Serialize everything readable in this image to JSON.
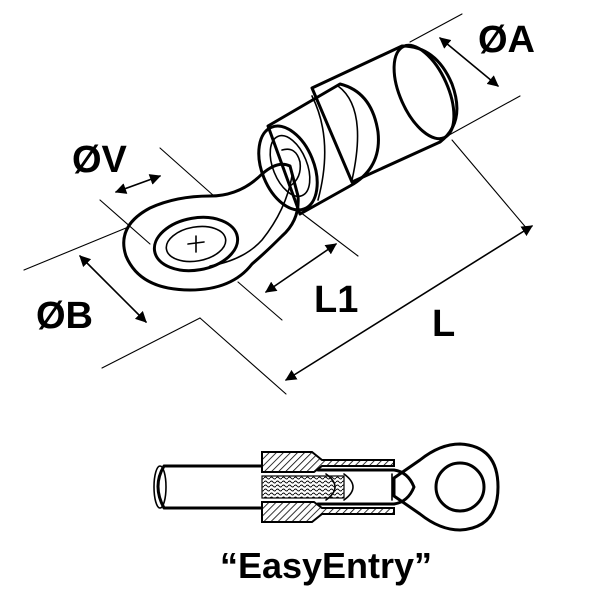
{
  "dimensions": {
    "diameter_a": "ØA",
    "diameter_v": "ØV",
    "diameter_b": "ØB",
    "length_l1": "L1",
    "length_l": "L"
  },
  "caption": "“EasyEntry”",
  "colors": {
    "ink": "#000000",
    "paper": "#ffffff"
  }
}
